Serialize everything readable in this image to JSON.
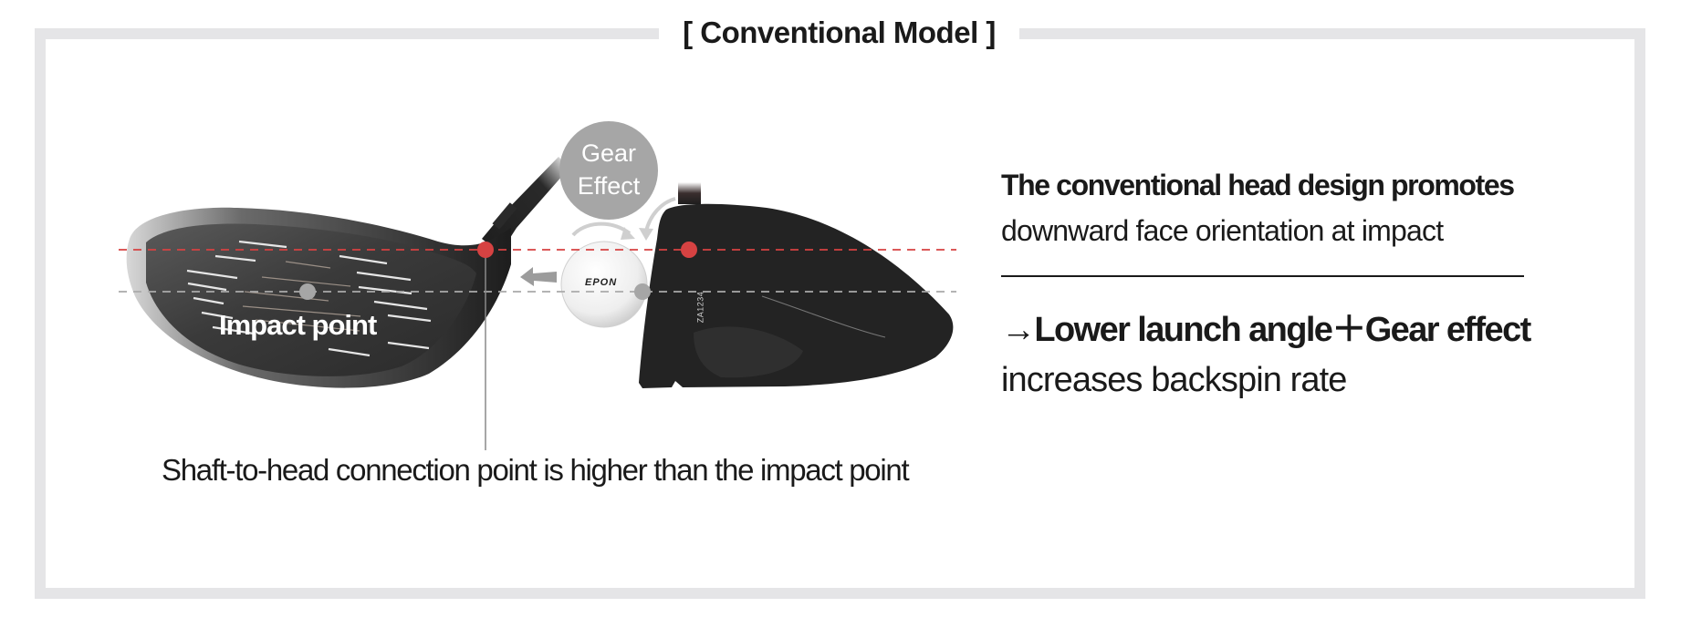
{
  "title": "[ Conventional Model ]",
  "diagram": {
    "gear_effect_label": [
      "Gear",
      "Effect"
    ],
    "impact_point_label": "Impact point",
    "ball_brand": "EPON",
    "head_model_code": "ZA1234",
    "caption": "Shaft-to-head connection point is higher than the impact point",
    "colors": {
      "frame": "#e5e5e7",
      "connection_marker": "#d64242",
      "impact_marker": "#a6a6a6",
      "gear_circle": "#a6a6a6",
      "club_head": "#232323"
    }
  },
  "explanation": {
    "lines_1": [
      "The conventional head design promotes",
      "downward face orientation at impact"
    ],
    "lines_2": [
      "→Lower launch angle＋Gear effect",
      "increases backspin rate"
    ]
  }
}
